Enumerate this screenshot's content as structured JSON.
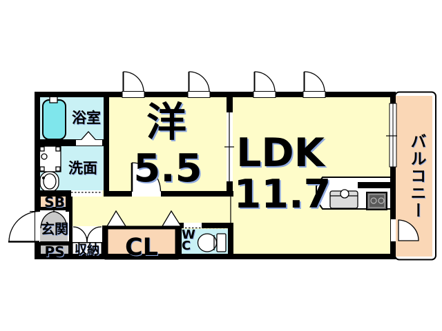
{
  "plan_type": "apartment-floor-plan",
  "colors": {
    "room-yellow": "#FEFCC9",
    "water-cyan": "#C9F1F5",
    "tub-cyan": "#7FE6EC",
    "balcony-peach": "#FAD7B6",
    "entrance-gray": "#C9C9C9",
    "ps-gray": "#C2C2C2",
    "wall-black": "#000000",
    "text-shadow-blue": "#8FA9E0"
  },
  "rooms": {
    "bath": {
      "label": "浴室"
    },
    "washroom": {
      "label": "洗面"
    },
    "western_room": {
      "name": "洋",
      "size": "5.5"
    },
    "ldk": {
      "name": "LDK",
      "size": "11.7"
    },
    "balcony": {
      "label": "バルコニー"
    },
    "shoe_box": {
      "label": "SB"
    },
    "entrance": {
      "label": "玄関"
    },
    "pipe_space": {
      "label": "PS"
    },
    "storage": {
      "label": "収納"
    },
    "closet": {
      "label": "CL"
    },
    "toilet": {
      "label_line1": "W",
      "label_line2": "C"
    }
  }
}
